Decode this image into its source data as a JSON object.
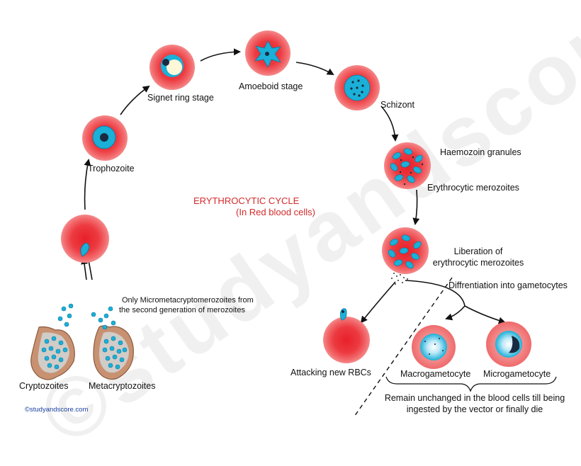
{
  "watermark": "©studyandscore.com",
  "title": "ERYTHROCYTIC CYCLE",
  "subtitle": "(In Red blood cells)",
  "copyright": "©studyandscore.com",
  "stages": {
    "trophozoite": "Trophozoite",
    "signet_ring": "Signet ring stage",
    "amoeboid": "Amoeboid stage",
    "schizont": "Schizont",
    "haemozoin": "Haemozoin granules",
    "erythrocytic_merozoites": "Erythrocytic merozoites",
    "liberation_line1": "Liberation of",
    "liberation_line2": "erythrocytic merozoites",
    "differentiation": "Diffrentiation into gametocytes",
    "attacking": "Attacking new RBCs",
    "macrogametocyte": "Macrogametocyte",
    "microgametocyte": "Microgametocyte",
    "remain_line1": "Remain unchanged in the blood cells till being",
    "remain_line2": "ingested by the vector or finally die",
    "cryptozoites": "Cryptozoites",
    "metacryptozoites": "Metacryptozoites",
    "only_line1": "Only  Micrometacryptomerozoites from",
    "only_line2": "the second generation of merozoites"
  },
  "colors": {
    "rbc_outer": "#f05a5f",
    "rbc_inner": "#e8202a",
    "parasite": "#1ab0d8",
    "nucleus": "#1a2a40",
    "arrow": "#111111",
    "title": "#d42a2a"
  }
}
